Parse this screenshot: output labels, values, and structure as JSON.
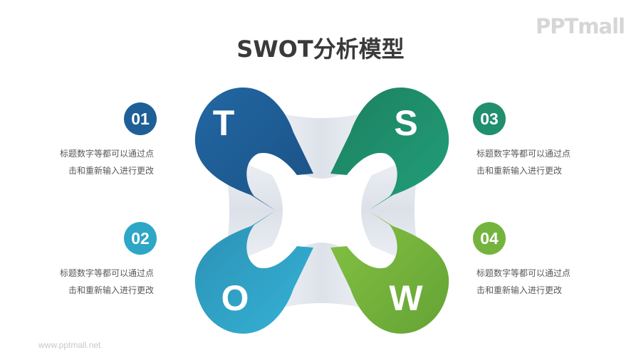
{
  "title": "SWOT分析模型",
  "logo": "PPTmall",
  "footer": "www.pptmall.net",
  "colors": {
    "T": "#1e5f97",
    "S": "#1f8f6e",
    "O": "#2ea6c6",
    "W": "#74b43e",
    "connector": "#e3e7ee",
    "title": "#3a3a3a",
    "text": "#595959"
  },
  "quadrants": {
    "T": {
      "letter": "T"
    },
    "S": {
      "letter": "S"
    },
    "O": {
      "letter": "O"
    },
    "W": {
      "letter": "W"
    }
  },
  "items": [
    {
      "number": "01",
      "line1": "标题数字等都可以通过点",
      "line2": "击和重新输入进行更改",
      "color": "#1e5f97"
    },
    {
      "number": "02",
      "line1": "标题数字等都可以通过点",
      "line2": "击和重新输入进行更改",
      "color": "#2ea6c6"
    },
    {
      "number": "03",
      "line1": "标题数字等都可以通过点",
      "line2": "击和重新输入进行更改",
      "color": "#1f8f6e"
    },
    {
      "number": "04",
      "line1": "标题数字等都可以通过点",
      "line2": "击和重新输入进行更改",
      "color": "#74b43e"
    }
  ]
}
